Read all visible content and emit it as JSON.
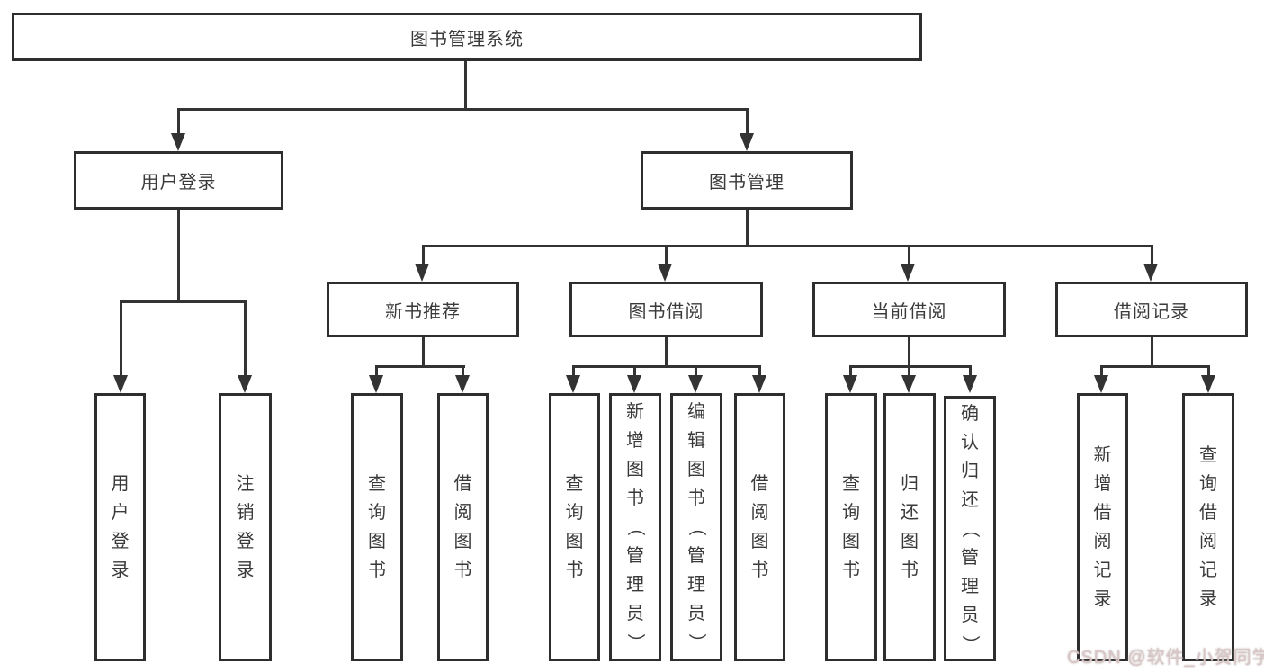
{
  "root": {
    "label": "图书管理系统"
  },
  "user_login": {
    "label": "用户登录",
    "children": [
      "用户登录",
      "注销登录"
    ]
  },
  "book_mgmt": {
    "label": "图书管理"
  },
  "new_book": {
    "label": "新书推荐",
    "children": [
      "查询图书",
      "借阅图书"
    ]
  },
  "book_borrow": {
    "label": "图书借阅",
    "children": [
      "查询图书",
      "新增图书（管理员）",
      "编辑图书（管理员）",
      "借阅图书"
    ]
  },
  "current_borrow": {
    "label": "当前借阅",
    "children": [
      "查询图书",
      "归还图书",
      "确认归还（管理员）"
    ]
  },
  "borrow_records": {
    "label": "借阅记录",
    "children": [
      "新增借阅记录",
      "查询借阅记录"
    ]
  },
  "watermark": {
    "text": "CSDN @软件_小贺同学"
  },
  "colors": {
    "line": "#333333",
    "box_border": "#2e2e2e",
    "text": "#3a3a3a",
    "watermark": "#d9c6c6",
    "background": "#ffffff"
  }
}
